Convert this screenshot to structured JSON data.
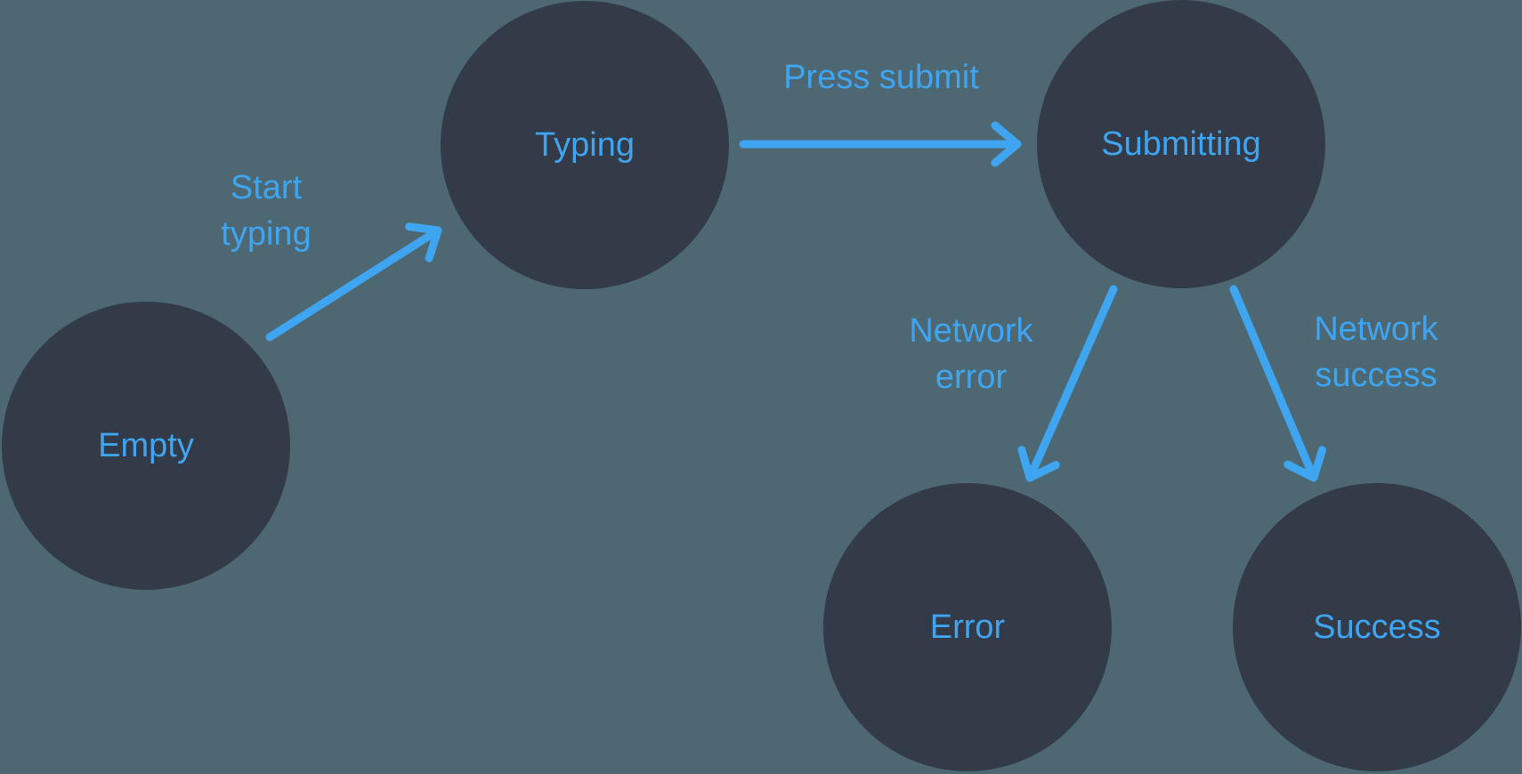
{
  "colors": {
    "background": "#4D6872",
    "node_fill": "#333A48",
    "accent": "#3FA5F0"
  },
  "diagram_type": "state-machine",
  "nodes": [
    {
      "id": "empty",
      "label": "Empty"
    },
    {
      "id": "typing",
      "label": "Typing"
    },
    {
      "id": "submitting",
      "label": "Submitting"
    },
    {
      "id": "error",
      "label": "Error"
    },
    {
      "id": "success",
      "label": "Success"
    }
  ],
  "edges": [
    {
      "from": "empty",
      "to": "typing",
      "label": "Start typing",
      "label_lines": [
        "Start",
        "typing"
      ]
    },
    {
      "from": "typing",
      "to": "submitting",
      "label": "Press submit",
      "label_lines": [
        "Press submit"
      ]
    },
    {
      "from": "submitting",
      "to": "error",
      "label": "Network error",
      "label_lines": [
        "Network",
        "error"
      ]
    },
    {
      "from": "submitting",
      "to": "success",
      "label": "Network success",
      "label_lines": [
        "Network",
        "success"
      ]
    }
  ]
}
